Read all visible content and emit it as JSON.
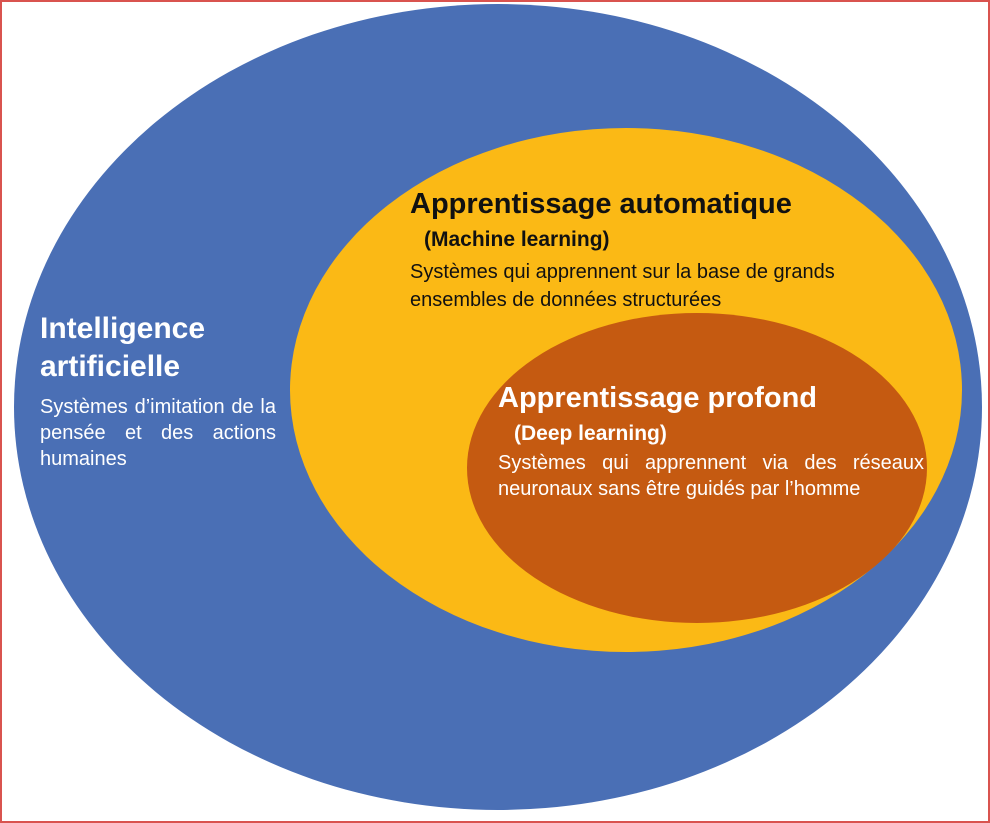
{
  "diagram": {
    "colors": {
      "outer": "#4a6fb5",
      "middle": "#fbb915",
      "inner": "#c55a11",
      "frame_border": "#d9534f"
    },
    "ai": {
      "title_line1": "Intelligence",
      "title_line2": "artificielle",
      "description": "Systèmes d’imitation de la pensée et des actions humaines"
    },
    "ml": {
      "title": "Apprentissage automatique",
      "subtitle": "(Machine learning)",
      "description": "Systèmes qui apprennent sur la base de grands ensembles de données structurées"
    },
    "dl": {
      "title": "Apprentissage profond",
      "subtitle": "(Deep learning)",
      "description": "Systèmes qui apprennent via des réseaux neuronaux sans être guidés par l’homme"
    }
  }
}
